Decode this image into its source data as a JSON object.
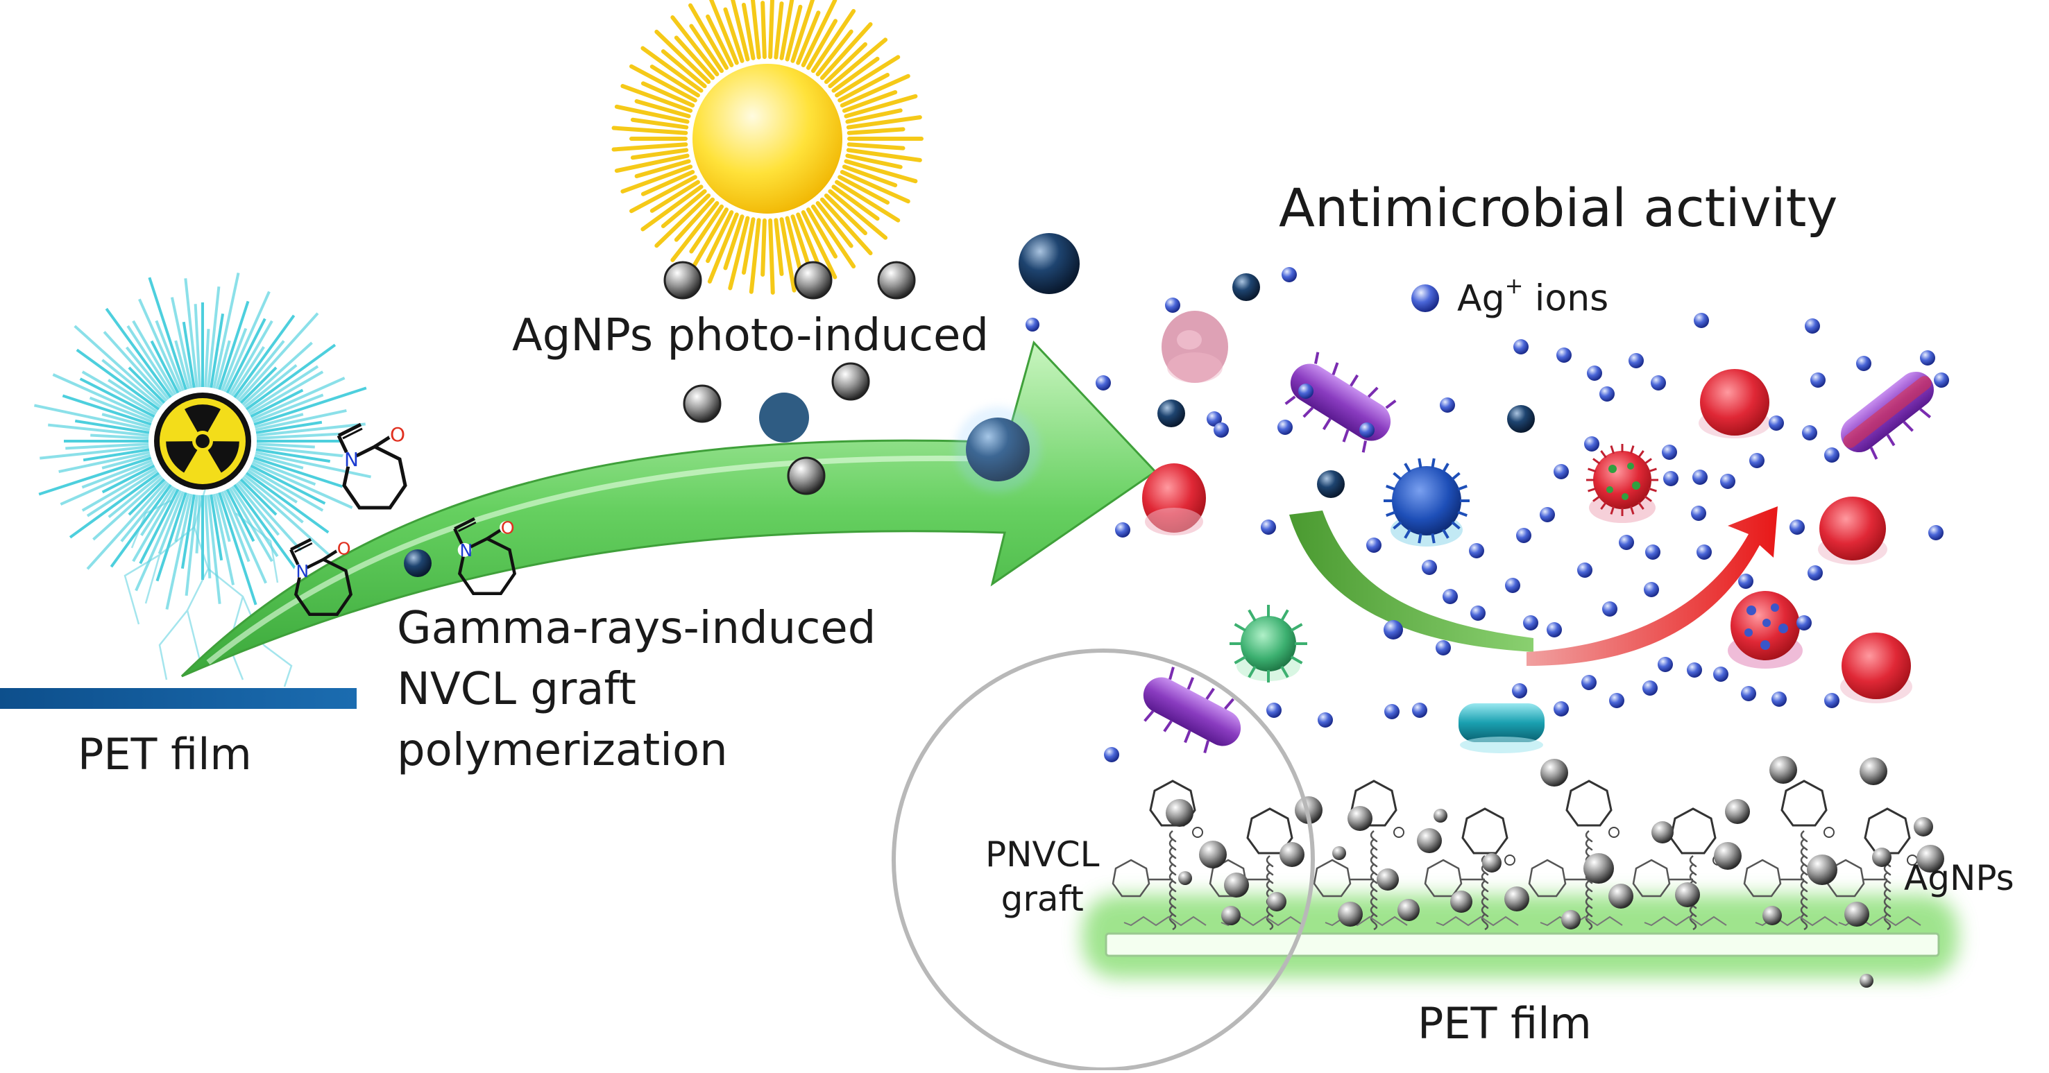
{
  "labels": {
    "pet_film_left": "PET film",
    "gamma_line1": "Gamma-rays-induced",
    "gamma_line2": "NVCL graft",
    "gamma_line3": "polymerization",
    "photo_induced": "AgNPs photo-induced",
    "title": "Antimicrobial activity",
    "ag_ions": "Ag",
    "ag_ions_charge": "+",
    "ag_ions_suffix": " ions",
    "pnvcl_line1": "PNVCL",
    "pnvcl_line2": "graft",
    "agnps_right": "AgNPs",
    "pet_film_right": "PET film",
    "heteroatom_n": "N",
    "heteroatom_o": "O"
  },
  "colors": {
    "arrow_green": "#5cc85a",
    "arrow_green_light": "#bff0b8",
    "sun_yellow": "#f5c400",
    "gamma_cyan": "#2ec7d8",
    "ag_ion_blue": "#3a56c8",
    "pet_bar_blue": "#0d4f8c",
    "pet_film_glow": "#8fe07a",
    "bacteria_red": "#e0303a",
    "bacteria_purple": "#8a3cc0",
    "bacteria_blue": "#1e4fb8",
    "bacteria_green": "#3cb070",
    "bacteria_teal": "#1aa0b0",
    "bacteria_pink": "#d890a8"
  },
  "icons": [
    "radiation-icon",
    "sun-icon",
    "nvcl-monomer-icon",
    "bacterium-icon",
    "silver-nanoparticle-icon",
    "ag-ion-icon"
  ]
}
